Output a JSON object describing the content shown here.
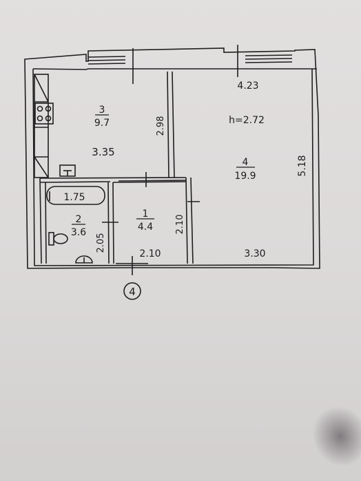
{
  "rooms": {
    "kitchen": {
      "number": "3",
      "area": "9.7",
      "width": "3.35",
      "depth": "2.98"
    },
    "bathroom": {
      "number": "2",
      "area": "3.6",
      "width": "1.75",
      "depth": "2.05"
    },
    "hall": {
      "number": "1",
      "area": "4.4",
      "width": "2.10",
      "depth": "2.10"
    },
    "living": {
      "number": "4",
      "area": "19.9",
      "width_top": "4.23",
      "width_bottom": "3.30",
      "depth": "5.18",
      "height": "h=2.72"
    }
  },
  "axis_marker": "4",
  "colors": {
    "paper": "#dedbdb",
    "line": "#1e1e1e"
  }
}
